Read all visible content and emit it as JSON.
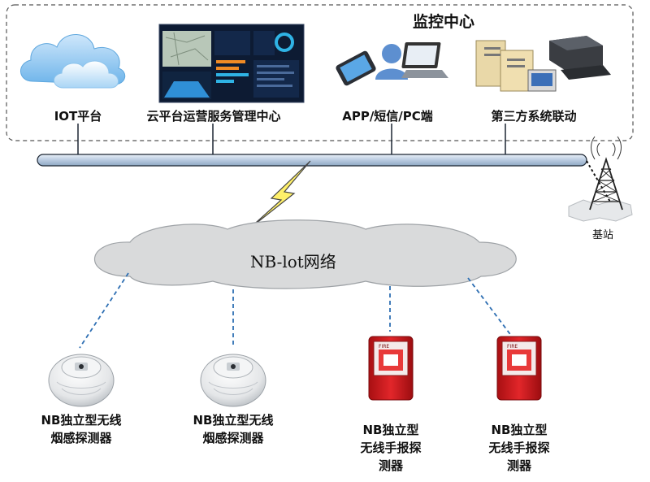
{
  "monitoring_center": {
    "title": "监控中心",
    "nodes": [
      {
        "id": "iot",
        "label": "IOT平台",
        "icon": "cloud-icon"
      },
      {
        "id": "cloud_platform",
        "label": "云平台运营服务管理中心",
        "icon": "dashboard-screenshot"
      },
      {
        "id": "app",
        "label": "APP/短信/PC端",
        "icon": "phone-user-laptop-icon"
      },
      {
        "id": "third_party",
        "label": "第三方系统联动",
        "icon": "server-stack-icon"
      }
    ]
  },
  "base_station": {
    "label": "基站",
    "icon": "radio-tower-icon"
  },
  "network": {
    "label": "NB-lot网络",
    "icon": "lightning-bolt-icon"
  },
  "devices": [
    {
      "id": "smoke1",
      "lines": [
        "NB独立型无线",
        "烟感探测器"
      ],
      "icon": "smoke-detector-icon"
    },
    {
      "id": "smoke2",
      "lines": [
        "NB独立型无线",
        "烟感探测器"
      ],
      "icon": "smoke-detector-icon"
    },
    {
      "id": "manual1",
      "lines": [
        "NB独立型",
        "无线手报探",
        "测器"
      ],
      "icon": "manual-call-point-icon",
      "panel_text": "FIRE"
    },
    {
      "id": "manual2",
      "lines": [
        "NB独立型",
        "无线手报探",
        "测器"
      ],
      "icon": "manual-call-point-icon",
      "panel_text": "FIRE"
    }
  ],
  "colors": {
    "bus": "#c6d5e6",
    "bus_stroke": "#1c2633",
    "cloud": "#d9dadb",
    "cloud_stroke": "#9ea2a6",
    "link": "#2e6fb3",
    "alarm_red": "#d21c1c",
    "bolt": "#fff06a"
  }
}
